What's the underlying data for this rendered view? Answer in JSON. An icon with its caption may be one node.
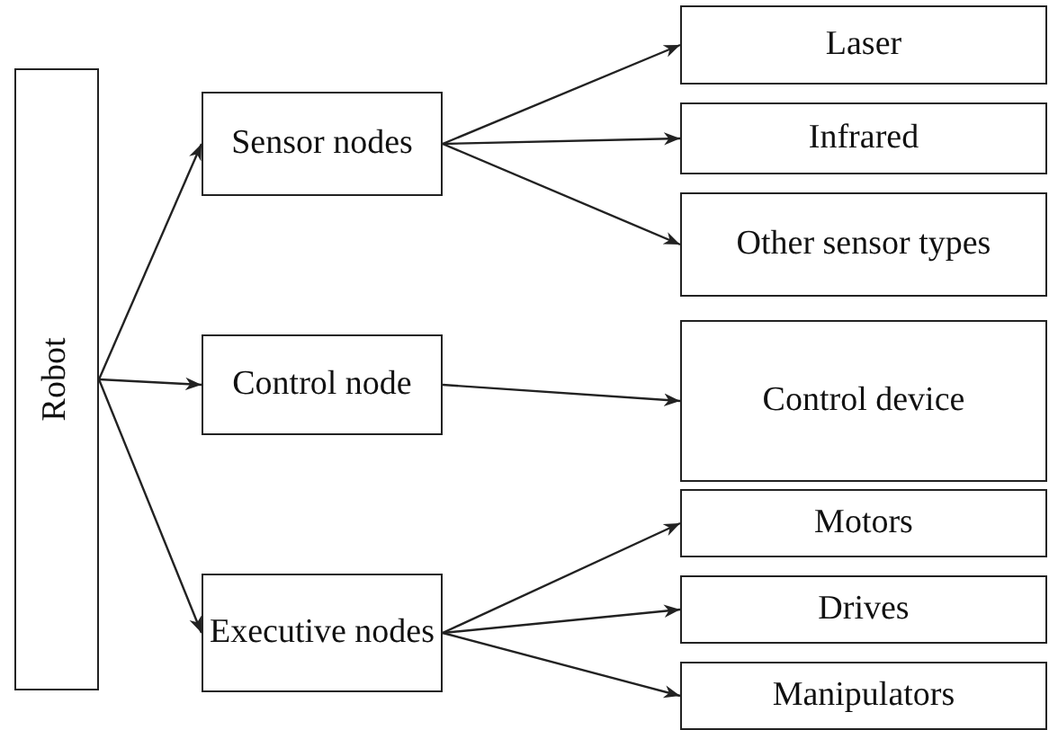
{
  "diagram": {
    "nodes": [
      {
        "text": [
          "Robot"
        ]
      },
      {
        "text": [
          "Sensor nodes"
        ]
      },
      {
        "text": [
          "Control node"
        ]
      },
      {
        "text": [
          "Executive nodes"
        ]
      },
      {
        "text": [
          "Laser"
        ]
      },
      {
        "text": [
          "Infrared"
        ]
      },
      {
        "text": [
          "Other sensor types"
        ]
      },
      {
        "text": [
          "Control device"
        ]
      },
      {
        "text": [
          "Motors"
        ]
      },
      {
        "text": [
          "Drives"
        ]
      },
      {
        "text": [
          "Manipulators"
        ]
      }
    ],
    "edges": [
      {
        "from": 0,
        "to": 1,
        "arrow": "to"
      },
      {
        "from": 0,
        "to": 2,
        "arrow": "to"
      },
      {
        "from": 0,
        "to": 3,
        "arrow": "to"
      },
      {
        "from": 1,
        "to": 4,
        "arrow": "to"
      },
      {
        "from": 1,
        "to": 5,
        "arrow": "to"
      },
      {
        "from": 1,
        "to": 6,
        "arrow": "to"
      },
      {
        "from": 2,
        "to": 7,
        "arrow": "to"
      },
      {
        "from": 3,
        "to": 8,
        "arrow": "to"
      },
      {
        "from": 3,
        "to": 9,
        "arrow": "to"
      },
      {
        "from": 3,
        "to": 10,
        "arrow": "to"
      }
    ]
  }
}
